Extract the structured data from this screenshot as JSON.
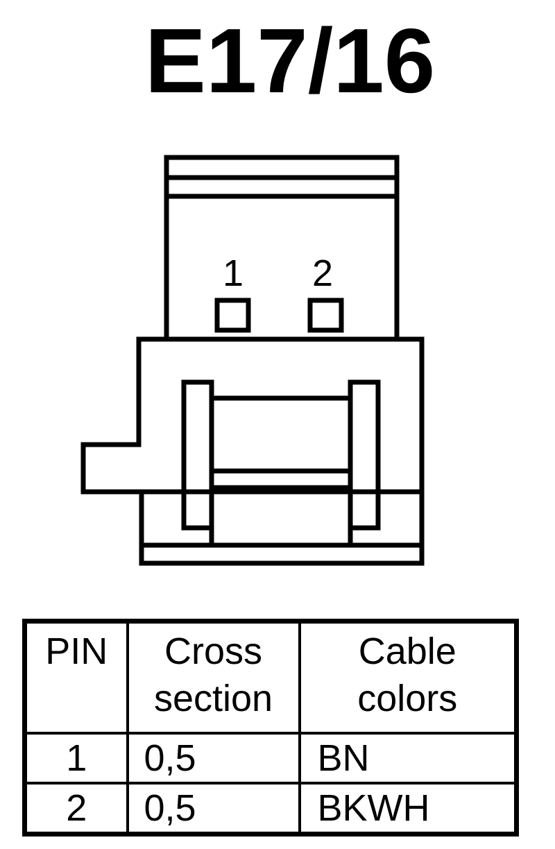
{
  "title": "E17/16",
  "connector": {
    "pin_labels": [
      "1",
      "2"
    ]
  },
  "table": {
    "headers": {
      "pin": "PIN",
      "cross_section": [
        "Cross",
        "section"
      ],
      "cable_colors": [
        "Cable",
        "colors"
      ]
    },
    "rows": [
      {
        "pin": "1",
        "cross_section": "0,5",
        "cable_color": "BN"
      },
      {
        "pin": "2",
        "cross_section": "0,5",
        "cable_color": "BKWH"
      }
    ]
  }
}
